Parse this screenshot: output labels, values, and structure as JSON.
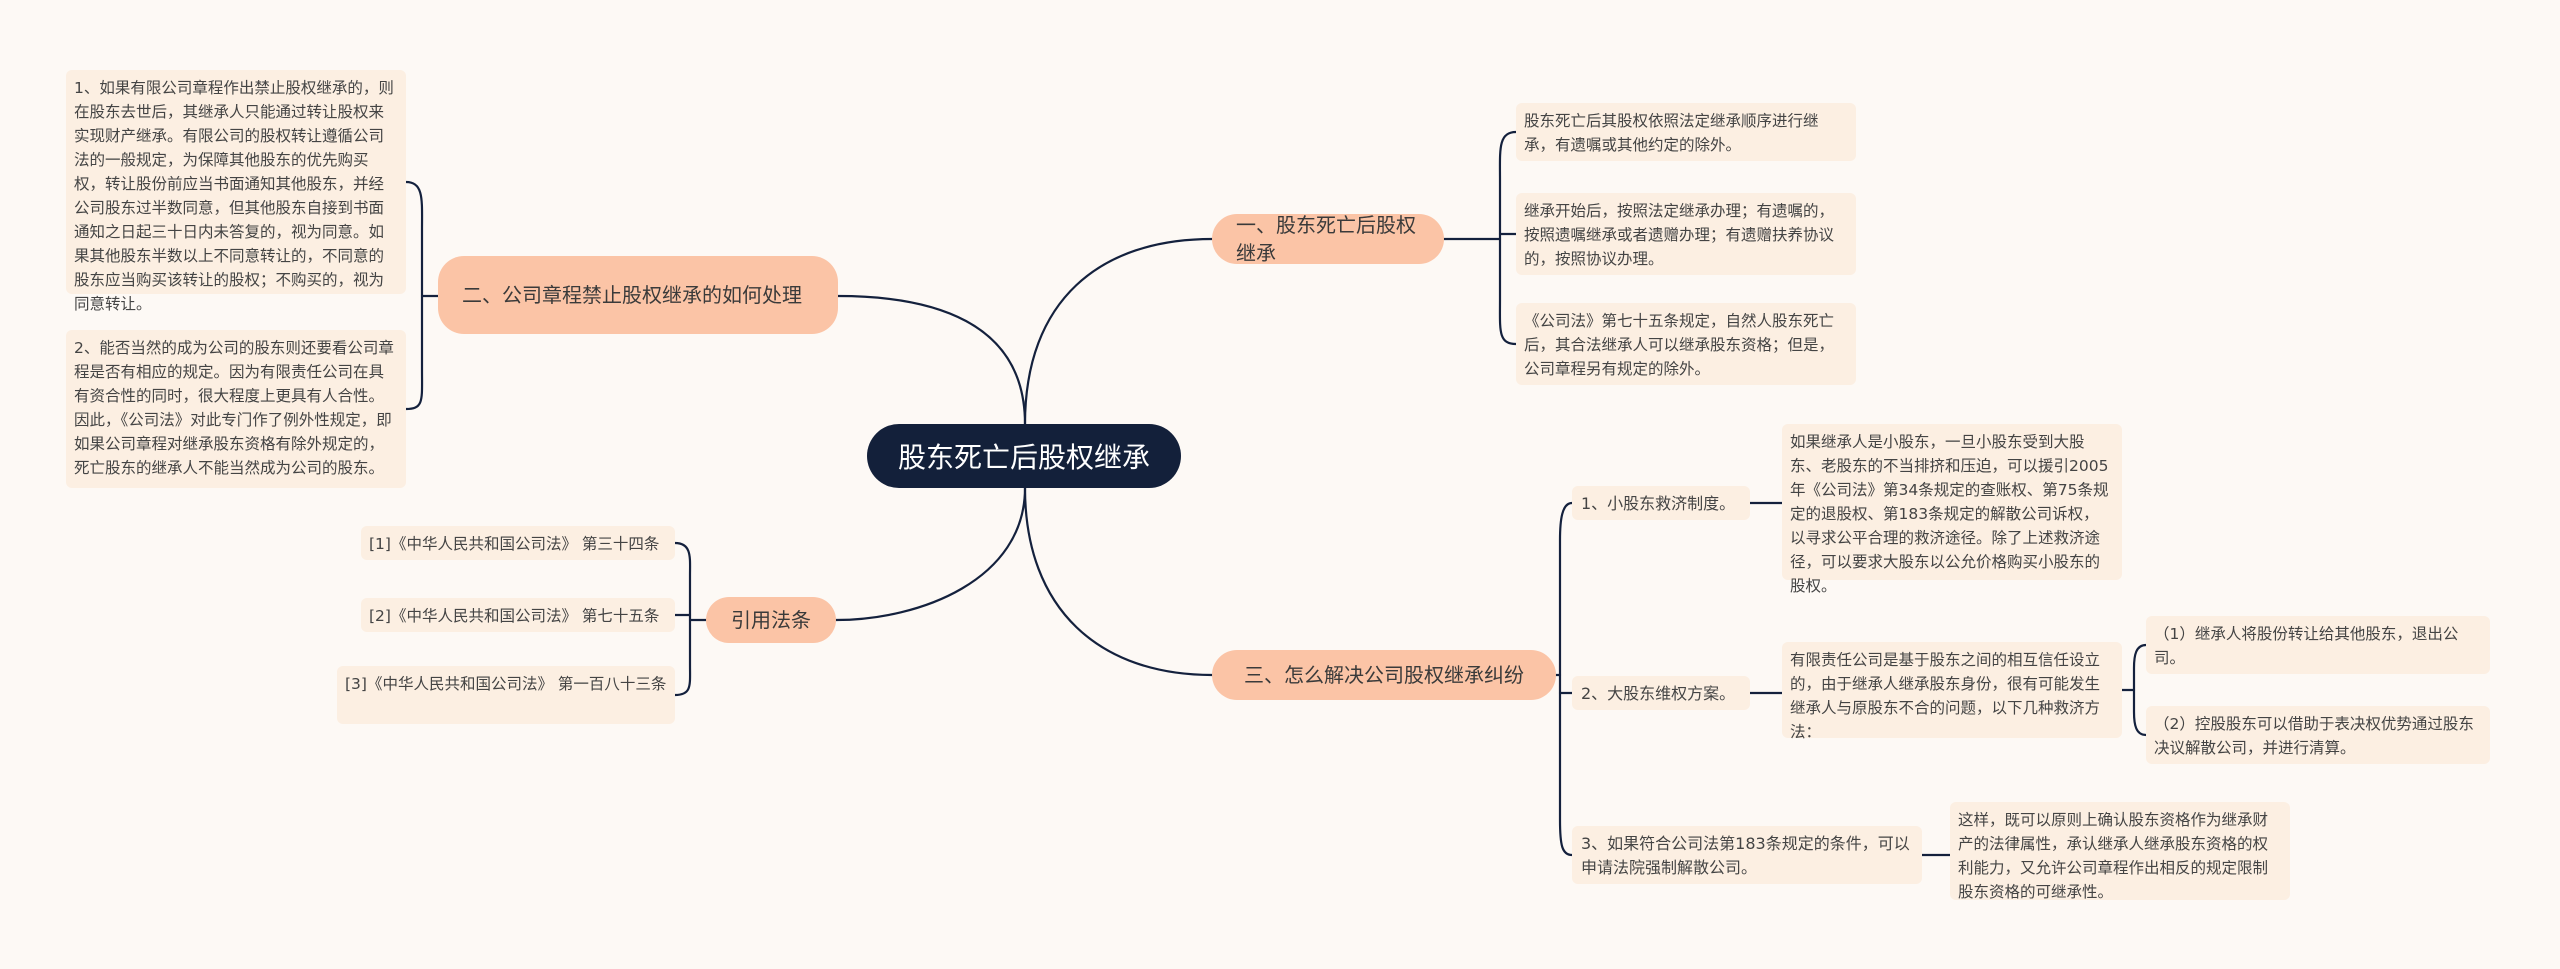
{
  "root": {
    "label": "股东死亡后股权继承"
  },
  "branch1": {
    "label": "一、股东死亡后股权继承",
    "items": [
      "股东死亡后其股权依照法定继承顺序进行继承，有遗嘱或其他约定的除外。",
      "继承开始后，按照法定继承办理；有遗嘱的，按照遗嘱继承或者遗赠办理；有遗赠扶养协议的，按照协议办理。",
      "《公司法》第七十五条规定，自然人股东死亡后，其合法继承人可以继承股东资格；但是，公司章程另有规定的除外。"
    ]
  },
  "branch2": {
    "label": "二、公司章程禁止股权继承的如何处理",
    "items": [
      "1、如果有限公司章程作出禁止股权继承的，则在股东去世后，其继承人只能通过转让股权来实现财产继承。有限公司的股权转让遵循公司法的一般规定，为保障其他股东的优先购买权，转让股份前应当书面通知其他股东，并经公司股东过半数同意，但其他股东自接到书面通知之日起三十日内未答复的，视为同意。如果其他股东半数以上不同意转让的，不同意的股东应当购买该转让的股权；不购买的，视为同意转让。",
      "2、能否当然的成为公司的股东则还要看公司章程是否有相应的规定。因为有限责任公司在具有资合性的同时，很大程度上更具有人合性。因此，《公司法》对此专门作了例外性规定，即如果公司章程对继承股东资格有除外规定的，死亡股东的继承人不能当然成为公司的股东。"
    ]
  },
  "branch3": {
    "label": "引用法条",
    "items": [
      "[1]《中华人民共和国公司法》 第三十四条",
      "[2]《中华人民共和国公司法》 第七十五条",
      "[3]《中华人民共和国公司法》 第一百八十三条"
    ]
  },
  "branch4": {
    "label": "三、怎么解决公司股权继承纠纷",
    "subs": [
      {
        "label": "1、小股东救济制度。",
        "detail": "如果继承人是小股东，一旦小股东受到大股东、老股东的不当排挤和压迫，可以援引2005年《公司法》第34条规定的查账权、第75条规定的退股权、第183条规定的解散公司诉权，以寻求公平合理的救济途径。除了上述救济途径，可以要求大股东以公允价格购买小股东的股权。"
      },
      {
        "label": "2、大股东维权方案。",
        "detail": "有限责任公司是基于股东之间的相互信任设立的，由于继承人继承股东身份，很有可能发生继承人与原股东不合的问题，以下几种救济方法：",
        "children": [
          "（1）继承人将股份转让给其他股东，退出公司。",
          "（2）控股股东可以借助于表决权优势通过股东决议解散公司，并进行清算。"
        ]
      },
      {
        "label": "3、如果符合公司法第183条规定的条件，可以申请法院强制解散公司。",
        "detail": "这样，既可以原则上确认股东资格作为继承财产的法律属性，承认继承人继承股东资格的权利能力，又允许公司章程作出相反的规定限制股东资格的可继承性。"
      }
    ]
  },
  "colors": {
    "root_fill": "#13203a",
    "branch_fill": "#fbc4a6",
    "leaf_fill": "#fcefe2",
    "connector": "#14213d",
    "background": "#fdf9f5"
  }
}
